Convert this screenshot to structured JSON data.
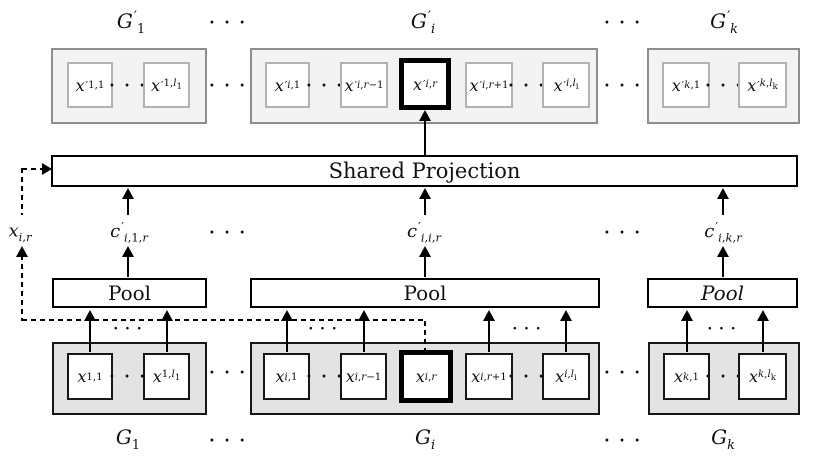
{
  "figure": {
    "shared_projection": "Shared Projection",
    "ellipsis": "· · ·",
    "selected_input_label": "x_{i,r}",
    "groups": [
      {
        "id": "1",
        "top_label": "G'_{1}",
        "bottom_label": "G_{1}",
        "context_label": "c'_{i,1,r}",
        "pool_label": "Pool",
        "pool_italic": false,
        "top_tokens": [
          "x'_{1,1}",
          "...",
          "x'_{1,l_1}"
        ],
        "bottom_tokens": [
          "x_{1,1}",
          "...",
          "x_{1,l_1}"
        ]
      },
      {
        "id": "i",
        "top_label": "G'_{i}",
        "bottom_label": "G_{i}",
        "context_label": "c'_{i,i,r}",
        "pool_label": "Pool",
        "pool_italic": false,
        "top_tokens": [
          "x'_{i,1}",
          "...",
          "x'_{i,r−1}",
          "x'_{i,r}",
          "x'_{i,r+1}",
          "...",
          "x'_{i,l_i}"
        ],
        "bottom_tokens": [
          "x_{i,1}",
          "...",
          "x_{i,r−1}",
          "x_{i,r}",
          "x_{i,r+1}",
          "...",
          "x_{i,l_i}"
        ],
        "highlight_top_index": 3,
        "highlight_bottom_index": 3
      },
      {
        "id": "k",
        "top_label": "G'_{k}",
        "bottom_label": "G_{k}",
        "context_label": "c'_{i,k,r}",
        "pool_label": "Pool",
        "pool_italic": true,
        "top_tokens": [
          "x'_{k,1}",
          "...",
          "x'_{k,l_k}"
        ],
        "bottom_tokens": [
          "x_{k,1}",
          "...",
          "x_{k,l_k}"
        ]
      }
    ],
    "colors": {
      "top_container_border": "#8e8e8e",
      "top_container_fill": "#f3f3f3",
      "top_token_border": "#b2b2b2",
      "bottom_container_border": "#171717",
      "bottom_container_fill": "#e3e3e3",
      "line_color": "#000000"
    }
  }
}
